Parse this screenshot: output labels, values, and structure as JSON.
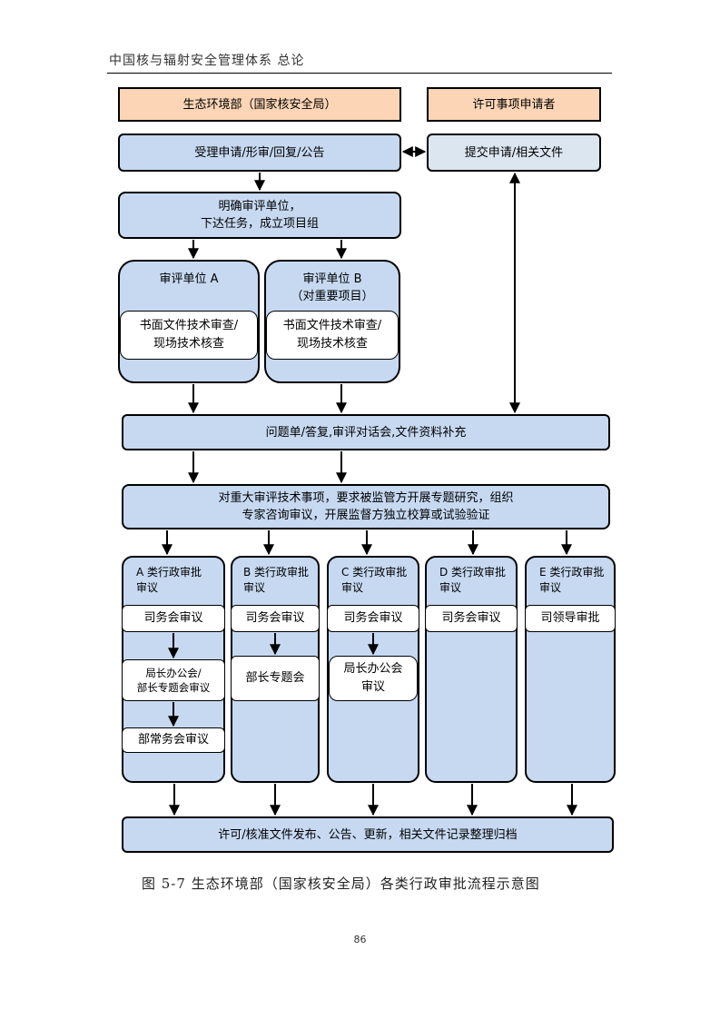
{
  "header": {
    "title": "中国核与辐射安全管理体系  总论"
  },
  "top_row": {
    "authority": "生态环境部（国家核安全局）",
    "applicant": "许可事项申请者"
  },
  "acceptance": "受理申请/形审/回复/公告",
  "submit": "提交申请/相关文件",
  "assign": "明确审评单位，\n下达任务，成立项目组",
  "review_units": [
    {
      "title": "审评单位 A",
      "task": "书面文件技术审查/\n现场技术核查"
    },
    {
      "title": "审评单位 B\n（对重要项目）",
      "task": "书面文件技术审查/\n现场技术核查"
    }
  ],
  "issues": "问题单/答复,审评对话会,文件资料补充",
  "major": "对重大审评技术事项，要求被监管方开展专题研究，组织\n专家咨询审议，开展监督方独立校算或试验验证",
  "categories": [
    {
      "title": "A 类行政审批\n审议",
      "steps": [
        "司务会审议",
        "局长办公会/\n部长专题会审议",
        "部常务会审议"
      ]
    },
    {
      "title": "B 类行政审批\n审议",
      "steps": [
        "司务会审议",
        "部长专题会"
      ]
    },
    {
      "title": "C 类行政审批\n审议",
      "steps": [
        "司务会审议",
        "局长办公会\n审议"
      ]
    },
    {
      "title": "D 类行政审批\n审议",
      "steps": [
        "司务会审议"
      ]
    },
    {
      "title": "E 类行政审批\n审议",
      "steps": [
        "司领导审批"
      ]
    }
  ],
  "final": "许可/核准文件发布、公告、更新，相关文件记录整理归档",
  "caption": "图 5-7   生态环境部（国家核安全局）各类行政审批流程示意图",
  "page_number": "86",
  "colors": {
    "orange": "#fbd5b5",
    "blue": "#c6d9f1",
    "light_blue": "#dce6f1",
    "white": "#ffffff"
  }
}
